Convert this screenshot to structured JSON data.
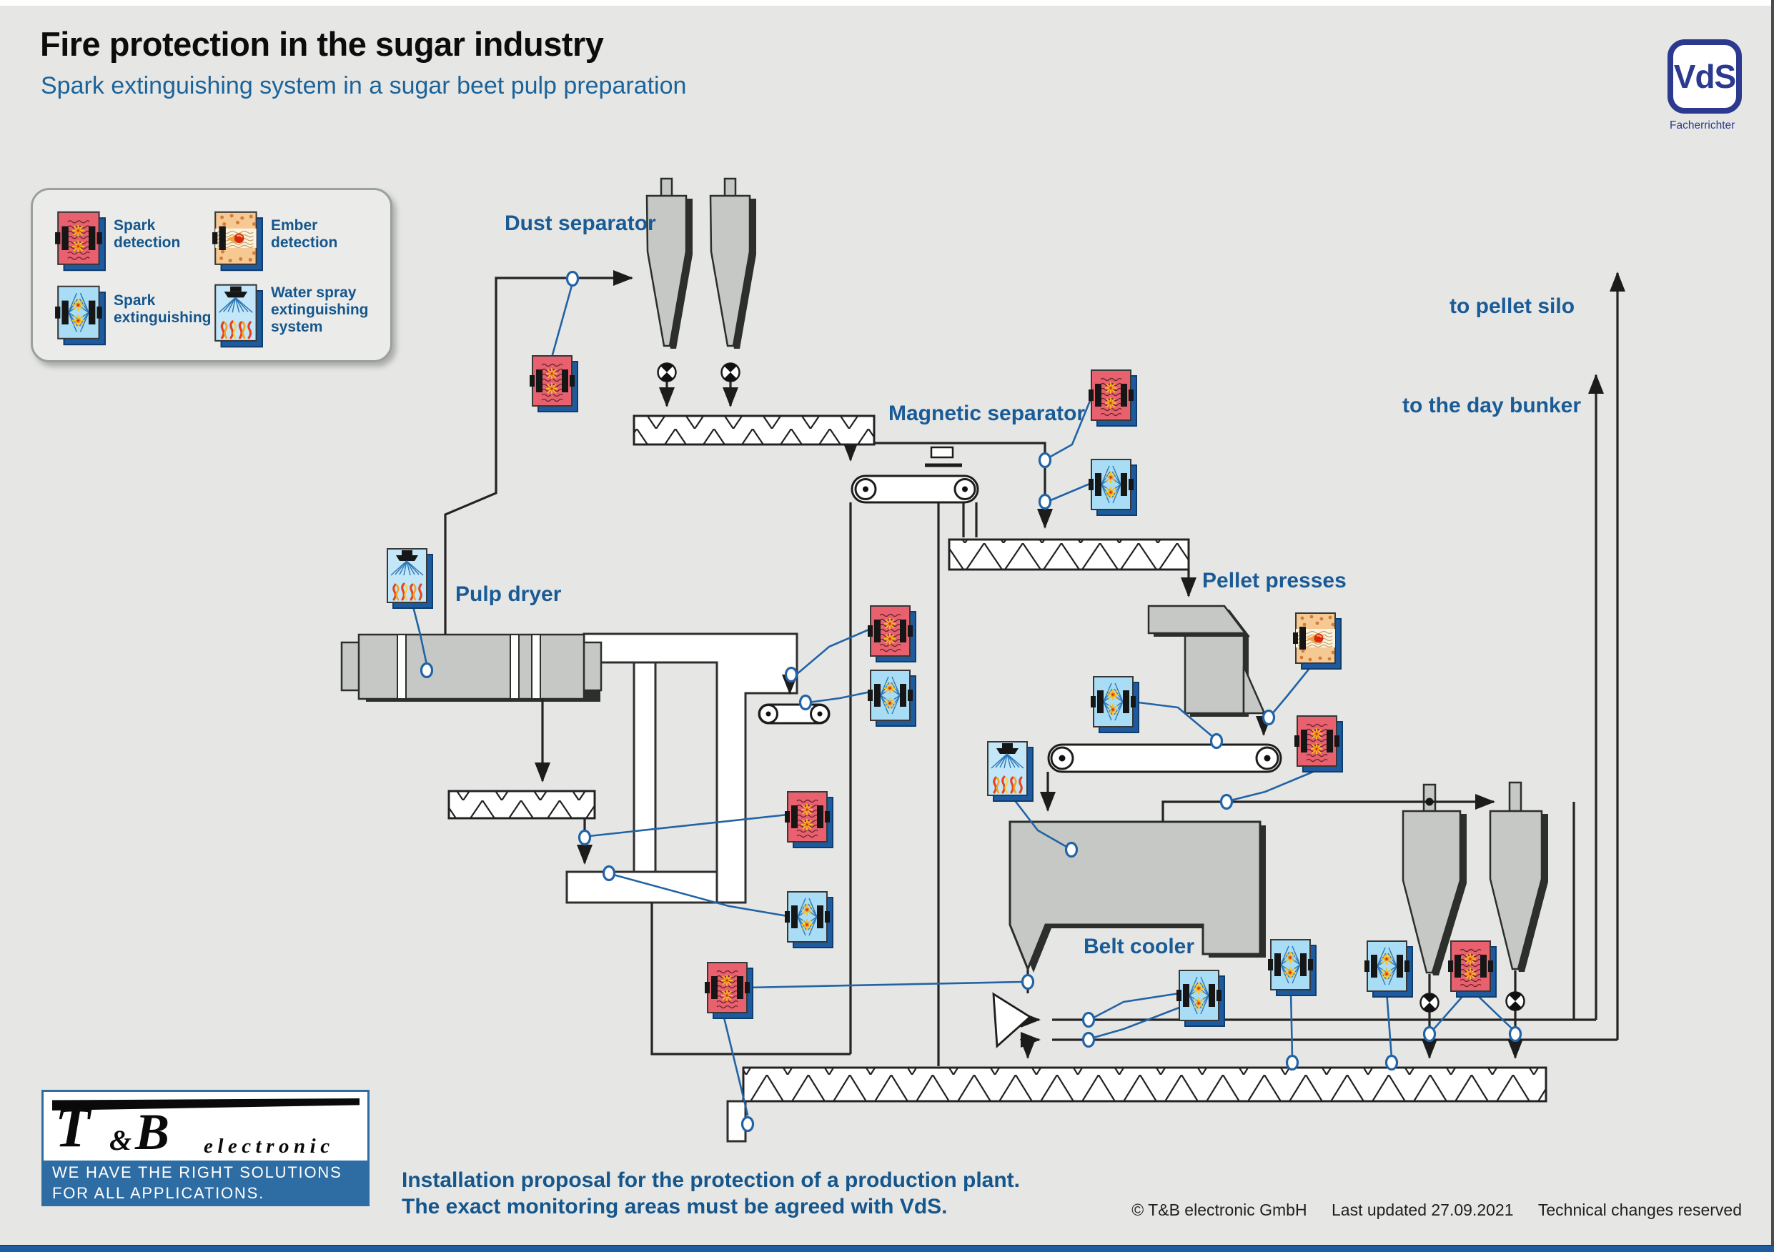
{
  "page": {
    "title": "Fire protection in the sugar industry",
    "subtitle": "Spark extinguishing system in a sugar beet pulp preparation"
  },
  "vds": {
    "logo": "VdS",
    "caption": "Facherrichter"
  },
  "legend": {
    "items": [
      {
        "id": "spark-detection",
        "label": "Spark\ndetection"
      },
      {
        "id": "ember-detection",
        "label": "Ember\ndetection"
      },
      {
        "id": "spark-extinguishing",
        "label": "Spark\nextinguishing"
      },
      {
        "id": "water-spray",
        "label": "Water spray\nextinguishing\nsystem"
      }
    ]
  },
  "diagram": {
    "labels": {
      "dust_separator": "Dust separator",
      "magnetic_separator": "Magnetic separator",
      "pulp_dryer": "Pulp dryer",
      "pellet_presses": "Pellet presses",
      "belt_cooler": "Belt cooler",
      "to_pellet_silo": "to pellet silo",
      "to_day_bunker": "to the day bunker"
    }
  },
  "footer": {
    "note1": "Installation proposal for the protection of a production plant.",
    "note2": "The exact monitoring areas must be agreed with VdS.",
    "copyright": "© T&B electronic GmbH",
    "updated": "Last updated 27.09.2021",
    "rights": "Technical changes reserved"
  },
  "brand": {
    "t": "T",
    "amp": "&",
    "b": "B",
    "electronic": "electronic",
    "tagline1": "WE HAVE THE RIGHT SOLUTIONS",
    "tagline2": "FOR ALL APPLICATIONS."
  },
  "colors": {
    "accent_blue": "#1a5b96",
    "line_blue": "#2263a5",
    "detection_red": "#e9616e",
    "ember_orange": "#f6c993",
    "extinguish_blue": "#a9dcf5",
    "machine_gray": "#c5c8c5",
    "footer_bar": "#1d5c9e"
  }
}
